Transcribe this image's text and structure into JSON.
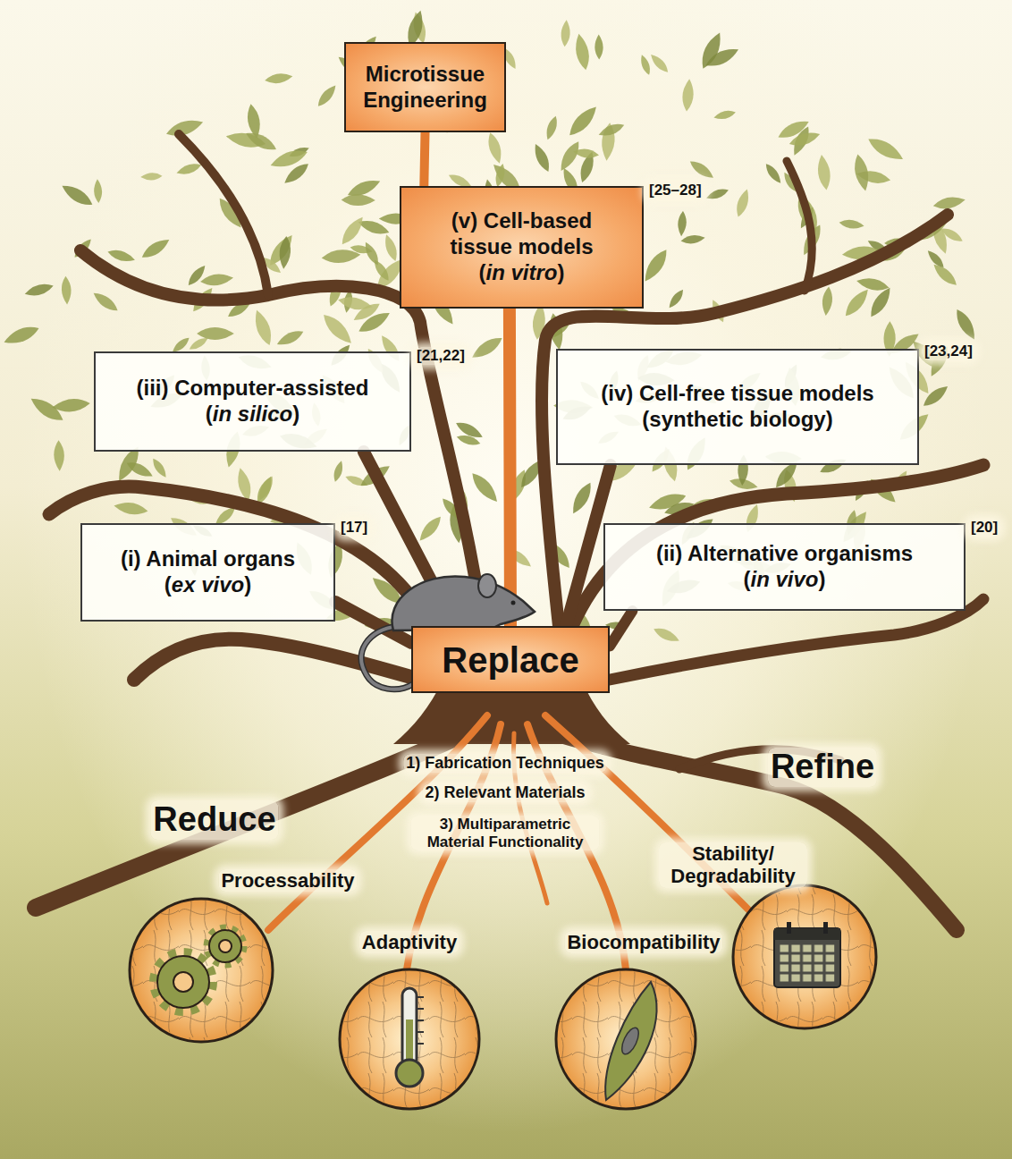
{
  "diagram": {
    "nodes": [
      {
        "text": [
          "Microtissue Engineering"
        ]
      },
      {
        "text": [
          "(v) Cell-based tissue models",
          "(in vitro)"
        ]
      },
      {
        "text": [
          "(iii) Computer-assisted",
          "(in silico)"
        ]
      },
      {
        "text": [
          "(iv) Cell-free tissue models",
          "(synthetic biology)"
        ]
      },
      {
        "text": [
          "(i) Animal organs",
          "(ex vivo)"
        ]
      },
      {
        "text": [
          "(ii) Alternative organisms",
          "(in vivo)"
        ]
      },
      {
        "text": [
          "Replace"
        ]
      }
    ],
    "edges": [
      {
        "from": 6,
        "to": 1,
        "arrow": "none"
      },
      {
        "from": 1,
        "to": 0,
        "arrow": "none"
      },
      {
        "from": 6,
        "to": 2,
        "arrow": "none"
      },
      {
        "from": 6,
        "to": 3,
        "arrow": "none"
      },
      {
        "from": 6,
        "to": 4,
        "arrow": "none"
      },
      {
        "from": 6,
        "to": 5,
        "arrow": "none"
      }
    ],
    "labels": [
      "[25–28]",
      "[21,22]",
      "[23,24]",
      "[17]",
      "[20]",
      "1) Fabrication Techniques",
      "2) Relevant Materials",
      "3) Multiparametric Material Functionality",
      "Reduce",
      "Refine",
      "Processability",
      "Adaptivity",
      "Biocompatibility",
      "Stability/ Degradability"
    ]
  }
}
